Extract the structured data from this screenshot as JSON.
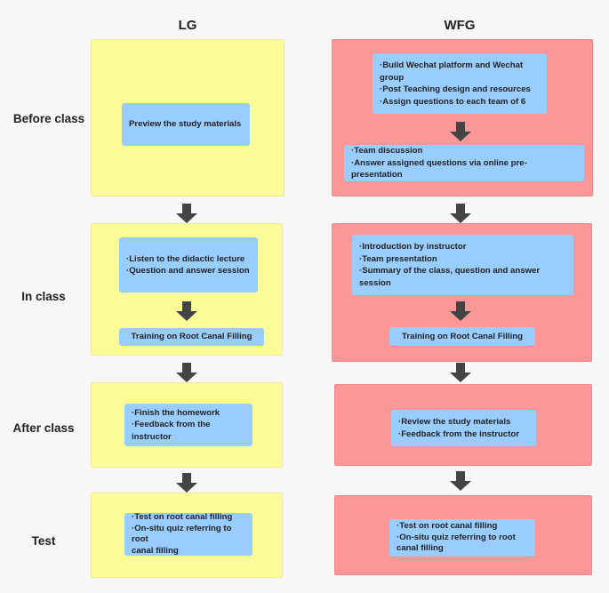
{
  "columns": {
    "left": "LG",
    "right": "WFG"
  },
  "rows": {
    "before": "Before class",
    "in": "In class",
    "after": "After class",
    "test": "Test"
  },
  "lg": {
    "before": {
      "box1": [
        "Preview the study materials"
      ]
    },
    "in": {
      "box1": [
        "·Listen to the didactic lecture",
        "·Question and answer session"
      ],
      "box2": [
        "Training on Root Canal Filling"
      ]
    },
    "after": {
      "box1": [
        "·Finish the homework",
        "·Feedback from the instructor"
      ]
    },
    "test": {
      "box1": [
        "·Test on root canal filling",
        "·On-situ quiz referring to root",
        "canal filling"
      ]
    }
  },
  "wfg": {
    "before": {
      "box1": [
        "·Build Wechat platform and Wechat group",
        "·Post Teaching design and resources",
        "·Assign questions to each team of 6"
      ],
      "box2": [
        "·Team discussion",
        "·Answer assigned questions via online pre-presentation"
      ]
    },
    "in": {
      "box1": [
        "·Introduction by instructor",
        "·Team presentation",
        "·Summary of the class, question and answer session"
      ],
      "box2": [
        "Training on Root Canal Filling"
      ]
    },
    "after": {
      "box1": [
        "·Review the study materials",
        "·Feedback from the instructor"
      ]
    },
    "test": {
      "box1": [
        "·Test on root canal filling",
        "·On-situ quiz referring to root",
        "canal filling"
      ]
    }
  },
  "colors": {
    "lg_panel": "#fcfc98",
    "wfg_panel": "#fc9797",
    "box": "#99ccff",
    "arrow": "#444444"
  }
}
